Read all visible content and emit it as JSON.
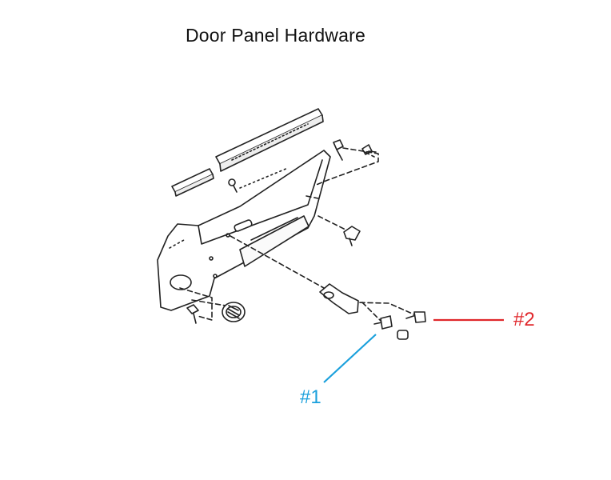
{
  "title": "Door Panel Hardware",
  "callouts": [
    {
      "label": "#1",
      "color": "#1aa0dc"
    },
    {
      "label": "#2",
      "color": "#e0272b"
    }
  ],
  "line_color": "#222222"
}
